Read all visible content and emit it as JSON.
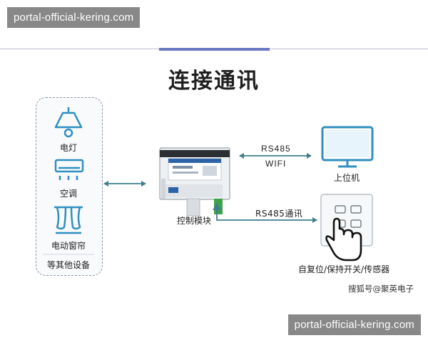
{
  "watermark_top": "portal-official-kering.com",
  "watermark_bottom": "portal-official-kering.com",
  "title": "连接通讯",
  "devices": {
    "light": "电灯",
    "ac": "空调",
    "curtain": "电动窗帘",
    "other": "等其他设备"
  },
  "module_label": "控制模块",
  "link_pc": {
    "line1": "RS485",
    "line2": "WIFI"
  },
  "pc_label": "上位机",
  "link_switch": "RS485通讯",
  "switch_label": "自复位/保持开关/传感器",
  "credit": "搜狐号@聚英电子",
  "colors": {
    "arrow": "#3d7f8c",
    "icon": "#2f8fbf",
    "accent": "#6b79c2"
  }
}
